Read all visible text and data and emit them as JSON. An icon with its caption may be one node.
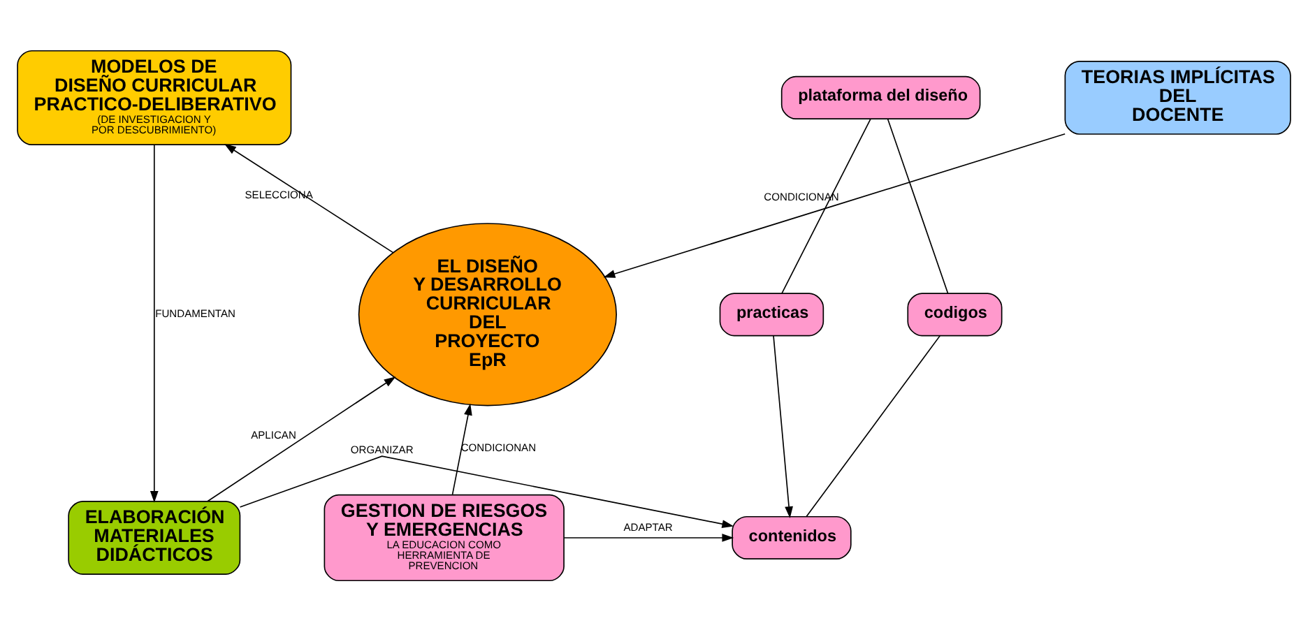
{
  "diagram": {
    "nodes": [
      {
        "text": [
          "MODELOS DE DISEÑO CURRICULAR PRACTICO-DELIBERATIVO",
          "(DE INVESTIGACION Y POR DESCUBRIMIENTO)"
        ]
      },
      {
        "text": [
          "plataforma del diseño"
        ]
      },
      {
        "text": [
          "TEORIAS IMPLÍCITAS DEL DOCENTE"
        ]
      },
      {
        "text": [
          "EL DISEÑO Y DESARROLLO CURRICULAR DEL PROYECTO EpR"
        ]
      },
      {
        "text": [
          "practicas"
        ]
      },
      {
        "text": [
          "codigos"
        ]
      },
      {
        "text": [
          "ELABORACIÓN MATERIALES DIDÁCTICOS"
        ]
      },
      {
        "text": [
          "contenidos"
        ]
      },
      {
        "text": [
          "GESTION DE RIESGOS Y EMERGENCIAS",
          "LA EDUCACION COMO HERRAMIENTA DE PREVENCION"
        ]
      }
    ],
    "edges": [
      {
        "from": 3,
        "to": 0,
        "arrow": "to",
        "label": "SELECCIONA"
      },
      {
        "from": 1,
        "to": 4,
        "arrow": "none"
      },
      {
        "from": 1,
        "to": 5,
        "arrow": "none"
      },
      {
        "from": 2,
        "to": 3,
        "arrow": "to",
        "label": "CONDICIONAN"
      },
      {
        "from": 0,
        "to": 6,
        "arrow": "to",
        "label": "FUNDAMENTAN"
      },
      {
        "from": 4,
        "to": 7,
        "arrow": "to"
      },
      {
        "from": 5,
        "to": 7,
        "arrow": "none"
      },
      {
        "from": 6,
        "to": 3,
        "arrow": "to",
        "label": "APLICAN"
      },
      {
        "from": 8,
        "to": 3,
        "arrow": "to",
        "label": "CONDICIONAN"
      },
      {
        "from": 6,
        "to": 7,
        "arrow": "to",
        "label": "ORGANIZAR"
      },
      {
        "from": 8,
        "to": 7,
        "arrow": "to",
        "label": "ADAPTAR"
      }
    ]
  }
}
